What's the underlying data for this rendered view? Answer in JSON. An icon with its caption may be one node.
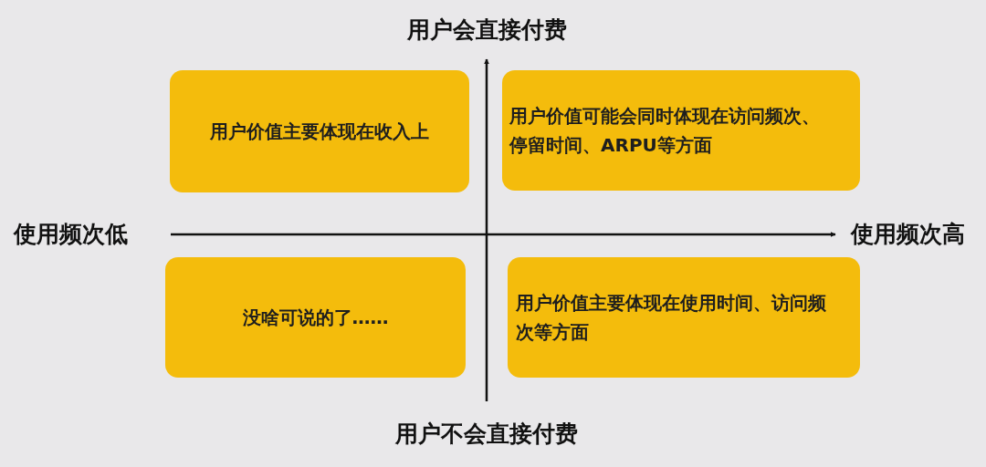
{
  "diagram": {
    "nodes": [
      {
        "text": [
          "用户价值主要体现在收入上"
        ]
      },
      {
        "text": [
          "用户价值可能会同时体现在访问频次、停留时间、ARPU等方面"
        ]
      },
      {
        "text": [
          "没啥可说的了……"
        ]
      },
      {
        "text": [
          "用户价值主要体现在使用时间、访问频次等方面"
        ]
      }
    ],
    "labels": [
      "用户会直接付费",
      "使用频次低",
      "使用频次高",
      "用户不会直接付费"
    ]
  }
}
